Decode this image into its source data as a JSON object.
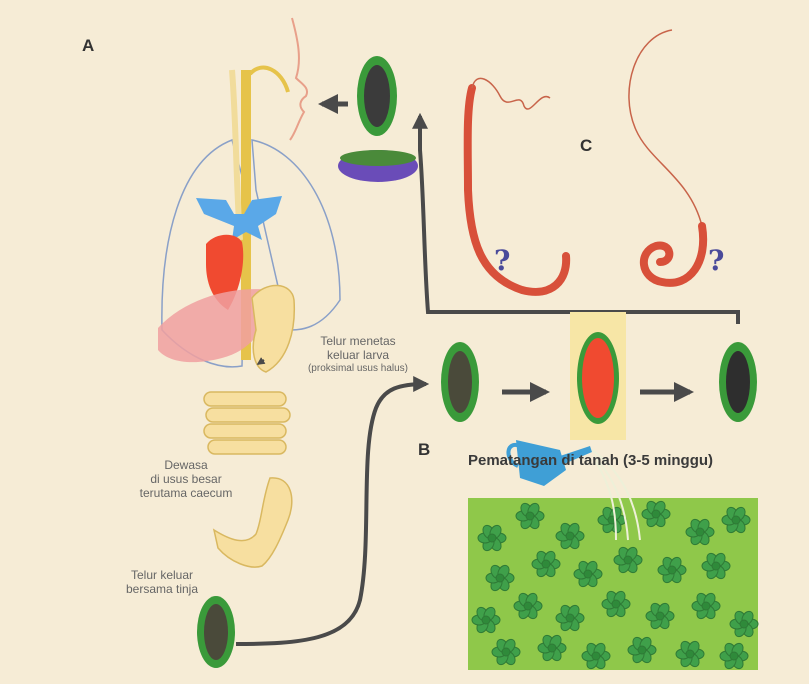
{
  "labels": {
    "panel_a": "A",
    "panel_b": "B",
    "panel_c": "C",
    "hatch_line1": "Telur menetas",
    "hatch_line2": "keluar larva",
    "hatch_line3": "(proksimal usus halus)",
    "adult_line1": "Dewasa",
    "adult_line2": "di usus besar",
    "adult_line3": "terutama caecum",
    "excrete_line1": "Telur keluar",
    "excrete_line2": "bersama tinja",
    "maturation": "Pematangan di tanah (3-5 minggu)",
    "question_left": "?",
    "question_right": "?"
  },
  "colors": {
    "background": "#f6ecd6",
    "egg_shell": "#3a9a3a",
    "egg_core": "#3b3b3b",
    "egg_highlight": "#f0a03c",
    "lung_outline": "#8aa0c8",
    "bronchi": "#5aa8e8",
    "heart": "#f04a30",
    "liver": "#f0a0a0",
    "intestine": "#f7dfa0",
    "intestine_stroke": "#d9b860",
    "arrow": "#4a4a4a",
    "worm_red": "#d8503a",
    "field_green": "#8fc84a",
    "plant_green": "#3fa04a",
    "watering_can": "#3f9fd6",
    "highlight_box": "#f7e6a6"
  }
}
